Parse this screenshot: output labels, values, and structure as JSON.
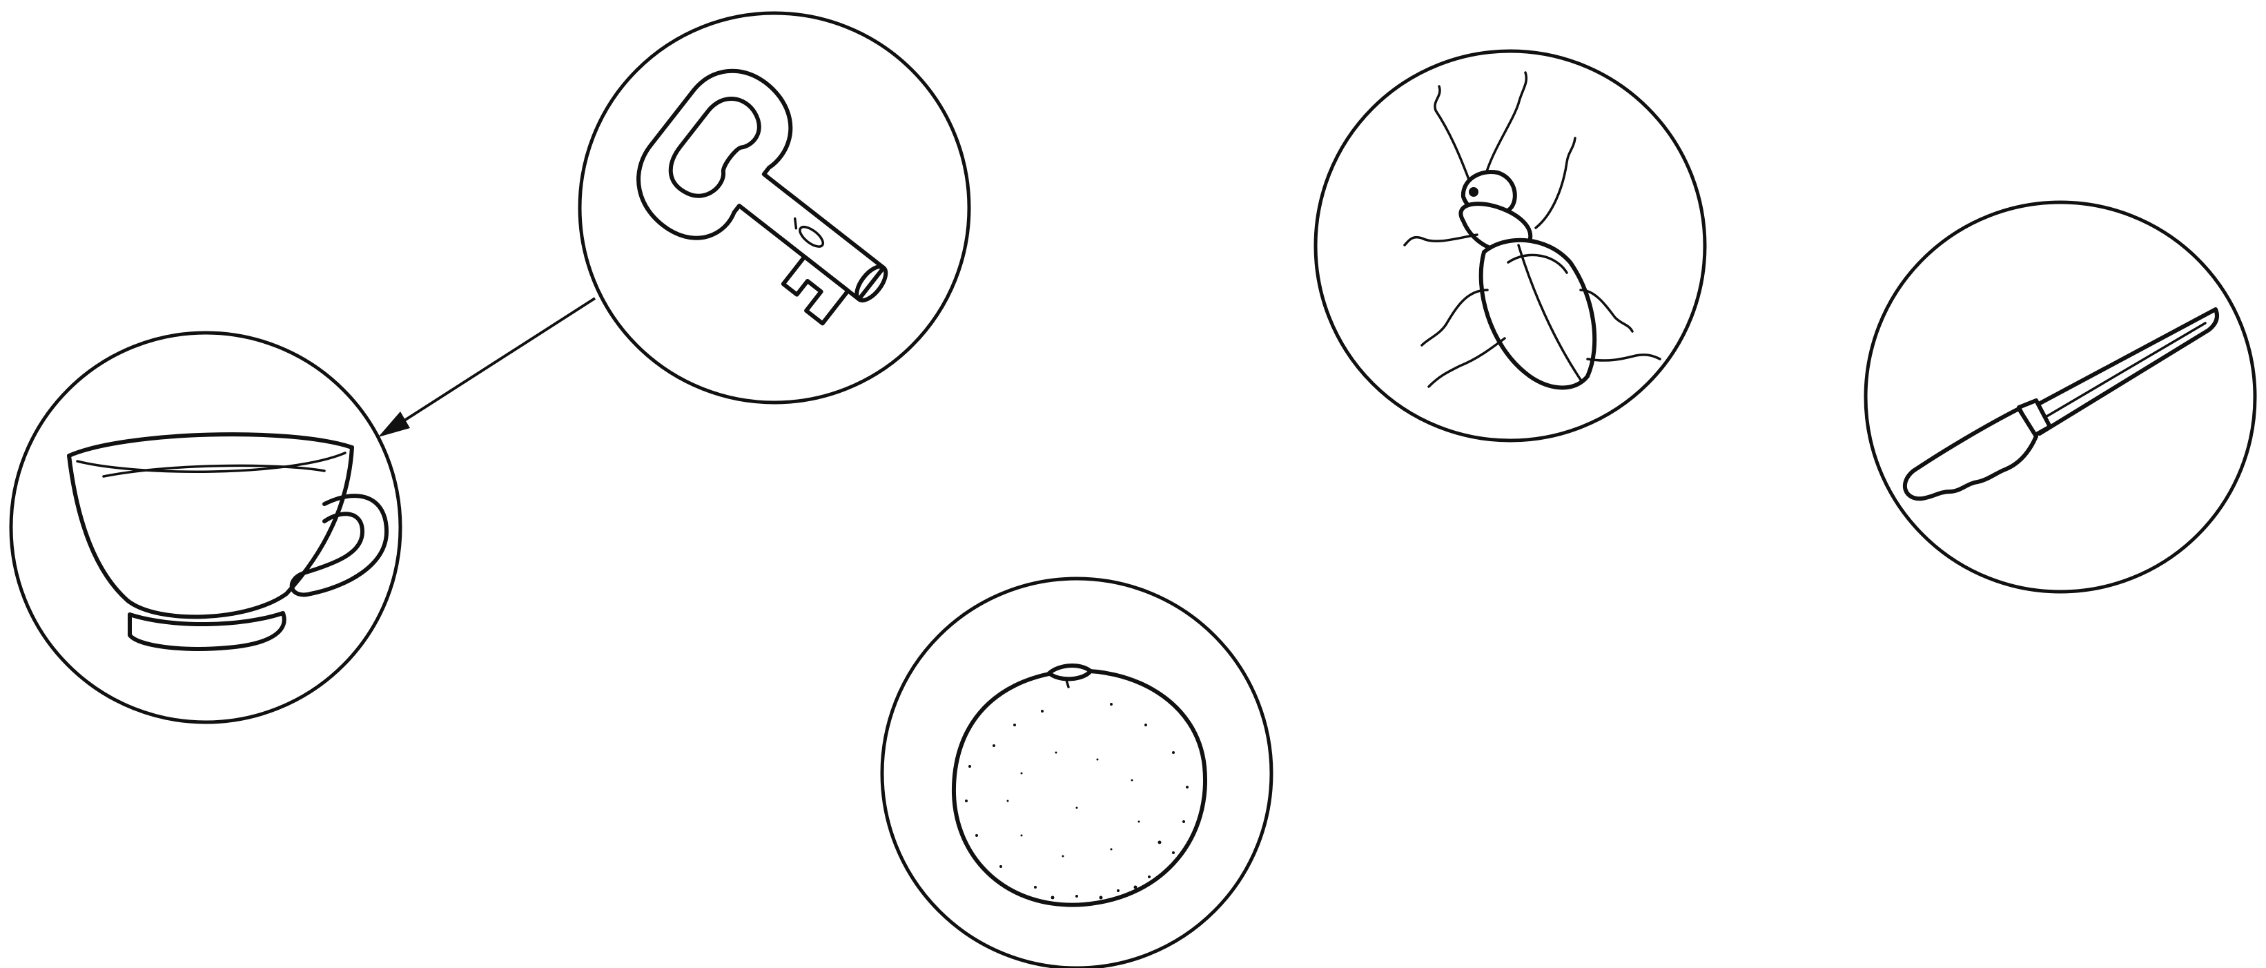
{
  "diagram": {
    "nodes": [
      {
        "id": "cup",
        "icon": "teacup-icon"
      },
      {
        "id": "key",
        "icon": "key-icon"
      },
      {
        "id": "beetle",
        "icon": "beetle-icon"
      },
      {
        "id": "knife",
        "icon": "knife-icon"
      },
      {
        "id": "orange",
        "icon": "orange-icon"
      }
    ],
    "edges": [
      {
        "from": "key",
        "to": "cup",
        "directed": true
      }
    ],
    "colors": {
      "ink": "#111111",
      "background": "#ffffff"
    }
  }
}
